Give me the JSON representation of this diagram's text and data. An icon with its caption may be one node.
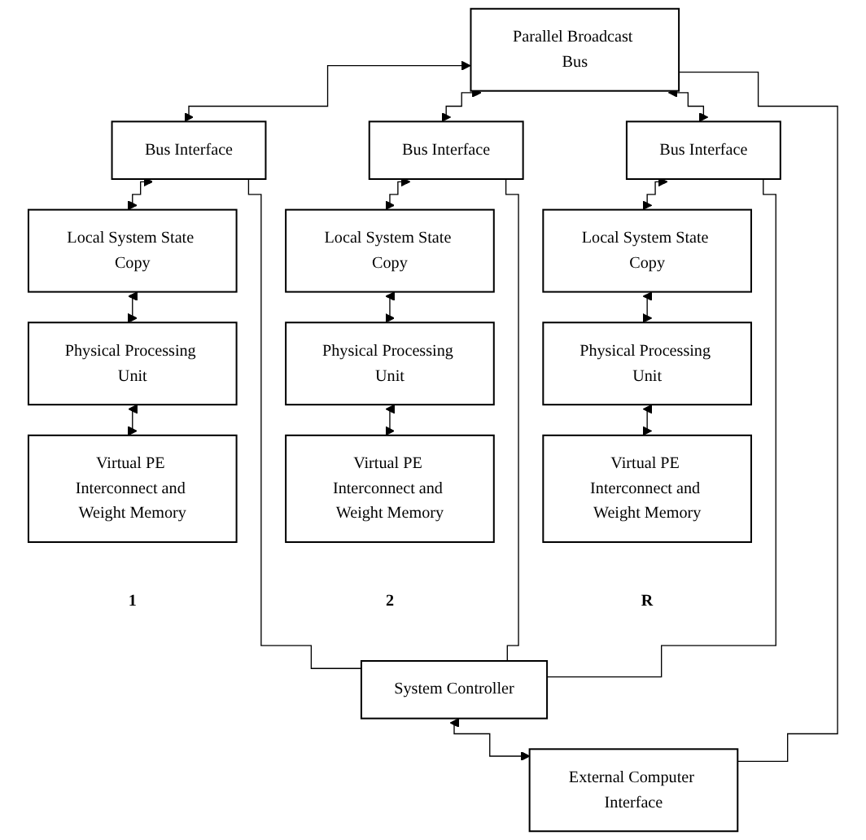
{
  "diagram": {
    "nodes": [
      {
        "text": [
          "Parallel Broadcast Bus"
        ]
      },
      {
        "text": [
          "Bus Interface"
        ]
      },
      {
        "text": [
          "Local System State Copy"
        ]
      },
      {
        "text": [
          "Physical Processing Unit"
        ]
      },
      {
        "text": [
          "Virtual PE Interconnect and Weight Memory"
        ],
        "beside": [
          "1"
        ]
      },
      {
        "text": [
          "Bus Interface"
        ]
      },
      {
        "text": [
          "Local System State Copy"
        ]
      },
      {
        "text": [
          "Physical Processing Unit"
        ]
      },
      {
        "text": [
          "Virtual PE Interconnect and Weight Memory"
        ],
        "beside": [
          "2"
        ]
      },
      {
        "text": [
          "Bus Interface"
        ]
      },
      {
        "text": [
          "Local System State Copy"
        ]
      },
      {
        "text": [
          "Physical Processing Unit"
        ]
      },
      {
        "text": [
          "Virtual PE Interconnect and Weight Memory"
        ],
        "beside": [
          "R"
        ]
      },
      {
        "text": [
          "System Controller"
        ]
      },
      {
        "text": [
          "External Computer Interface"
        ]
      }
    ],
    "edges": [
      {
        "from": 0,
        "to": 1,
        "arrow": "both"
      },
      {
        "from": 1,
        "to": 2,
        "arrow": "both"
      },
      {
        "from": 2,
        "to": 3,
        "arrow": "both"
      },
      {
        "from": 3,
        "to": 4,
        "arrow": "both"
      },
      {
        "from": 0,
        "to": 5,
        "arrow": "both"
      },
      {
        "from": 5,
        "to": 6,
        "arrow": "both"
      },
      {
        "from": 6,
        "to": 7,
        "arrow": "both"
      },
      {
        "from": 7,
        "to": 8,
        "arrow": "both"
      },
      {
        "from": 0,
        "to": 9,
        "arrow": "both"
      },
      {
        "from": 9,
        "to": 10,
        "arrow": "both"
      },
      {
        "from": 10,
        "to": 11,
        "arrow": "both"
      },
      {
        "from": 11,
        "to": 12,
        "arrow": "both"
      },
      {
        "from": 1,
        "to": 13,
        "arrow": "none"
      },
      {
        "from": 5,
        "to": 13,
        "arrow": "none"
      },
      {
        "from": 9,
        "to": 13,
        "arrow": "none"
      },
      {
        "from": 13,
        "to": 14,
        "arrow": "both"
      },
      {
        "from": 0,
        "to": 14,
        "arrow": "none"
      }
    ]
  }
}
